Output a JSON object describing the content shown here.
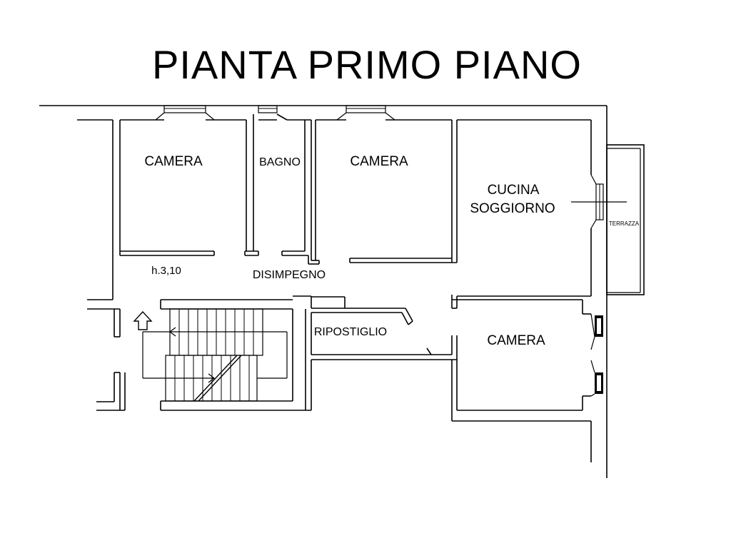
{
  "title": "PIANTA PRIMO PIANO",
  "rooms": {
    "camera_1": "CAMERA",
    "bagno": "BAGNO",
    "camera_2": "CAMERA",
    "cucina_line1": "CUCINA",
    "cucina_line2": "SOGGIORNO",
    "terrazza": "TERRAZZA",
    "disimpegno": "DISIMPEGNO",
    "ripostiglio": "RIPOSTIGLIO",
    "camera_3": "CAMERA"
  },
  "annotations": {
    "height": "h.3,10"
  }
}
